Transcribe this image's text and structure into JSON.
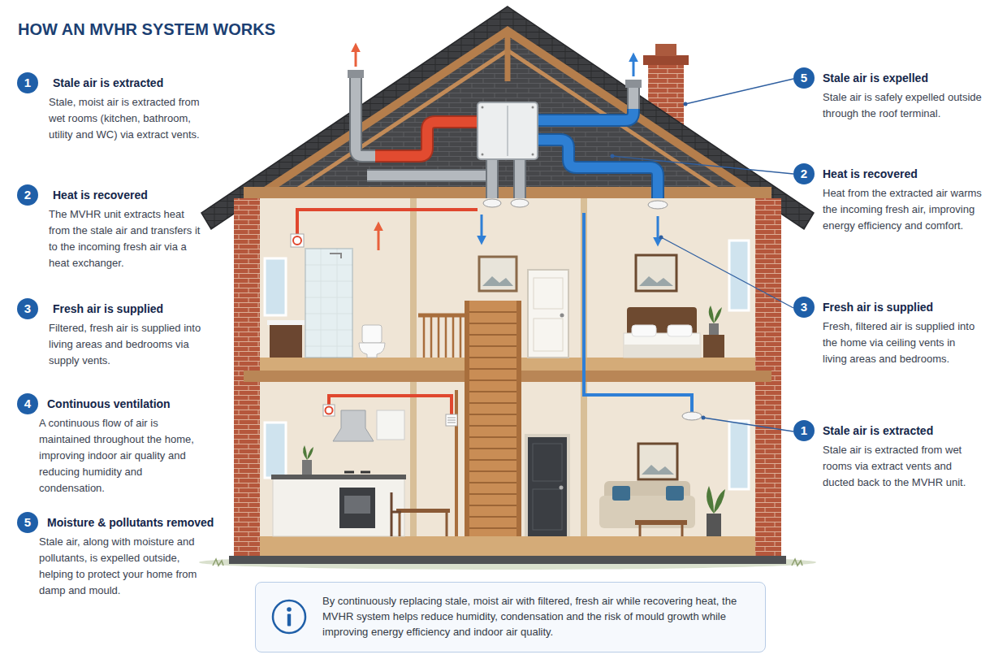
{
  "diagram": {
    "title": "HOW AN MVHR SYSTEM WORKS",
    "nodes": [
      {
        "text": [
          "1",
          "Stale air is extracted",
          "Stale, moist air is extracted from wet rooms (kitchen, bathroom, utility and WC) via extract vents."
        ]
      },
      {
        "text": [
          "2",
          "Heat is recovered",
          "The MVHR unit extracts heat from the stale air and transfers it to the incoming fresh air via a heat exchanger."
        ]
      },
      {
        "text": [
          "3",
          "Fresh air is supplied",
          "Filtered, fresh air is supplied into living areas and bedrooms via supply vents."
        ]
      },
      {
        "text": [
          "4",
          "Continuous ventilation",
          "A continuous flow of air is maintained throughout the home, improving indoor air quality and reducing humidity and condensation."
        ]
      },
      {
        "text": [
          "5",
          "Moisture & pollutants removed",
          "Stale air, along with moisture and pollutants, is expelled outside, helping to protect your home from damp and mould."
        ]
      },
      {
        "text": [
          "5",
          "Stale air is expelled",
          "Stale air is safely expelled outside through the roof terminal."
        ]
      },
      {
        "text": [
          "2",
          "Heat is recovered",
          "Heat from the extracted air warms the incoming fresh air, improving energy efficiency and comfort."
        ]
      },
      {
        "text": [
          "3",
          "Fresh air is supplied",
          "Fresh, filtered air is supplied into the home via ceiling vents in living areas and bedrooms."
        ]
      },
      {
        "text": [
          "1",
          "Stale air is extracted",
          "Stale air is extracted from wet rooms via extract vents and ducted back to the MVHR unit."
        ]
      },
      {
        "text": [
          "By continuously replacing stale, moist air with filtered, fresh air while recovering heat, the MVHR system helps reduce humidity, condensation and the risk of mould growth while improving energy efficiency and indoor air quality."
        ]
      }
    ]
  }
}
